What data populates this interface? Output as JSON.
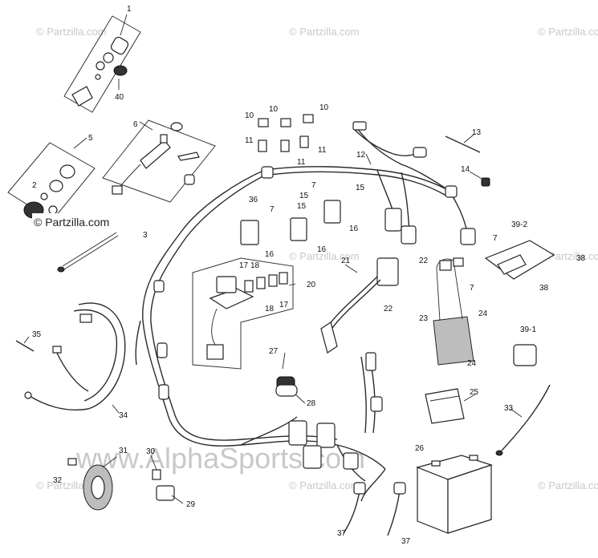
{
  "watermarks": {
    "partzilla": "© Partzilla.com",
    "partzilla_brand": "© Partzilla.com",
    "alpha": "www.AlphaSports.com"
  },
  "callouts": {
    "c1": "1",
    "c40": "40",
    "c5": "5",
    "c2": "2",
    "c6": "6",
    "c3": "3",
    "c10a": "10",
    "c10b": "10",
    "c10c": "10",
    "c11a": "11",
    "c11b": "11",
    "c11c": "11",
    "c12": "12",
    "c13": "13",
    "c14": "14",
    "c36": "36",
    "c7a": "7",
    "c15a": "15",
    "c7b": "7",
    "c15b": "15",
    "c15c": "15",
    "c16a": "16",
    "c16b": "16",
    "c16c": "16",
    "c39_2": "39-2",
    "c7c": "7",
    "c38a": "38",
    "c7d": "7",
    "c38b": "38",
    "c17a": "17",
    "c18a": "18",
    "c20": "20",
    "c18b": "18",
    "c17b": "17",
    "c21": "21",
    "c22a": "22",
    "c22b": "22",
    "c23": "23",
    "c24a": "24",
    "c24b": "24",
    "c39_1": "39-1",
    "c35": "35",
    "c34": "34",
    "c27": "27",
    "c28": "28",
    "c25": "25",
    "c33": "33",
    "c26": "26",
    "c31": "31",
    "c32": "32",
    "c30": "30",
    "c29": "29",
    "c37a": "37",
    "c37b": "37"
  },
  "colors": {
    "line": "#2a2a2a",
    "watermark": "#c8c8c8",
    "background": "#ffffff"
  }
}
